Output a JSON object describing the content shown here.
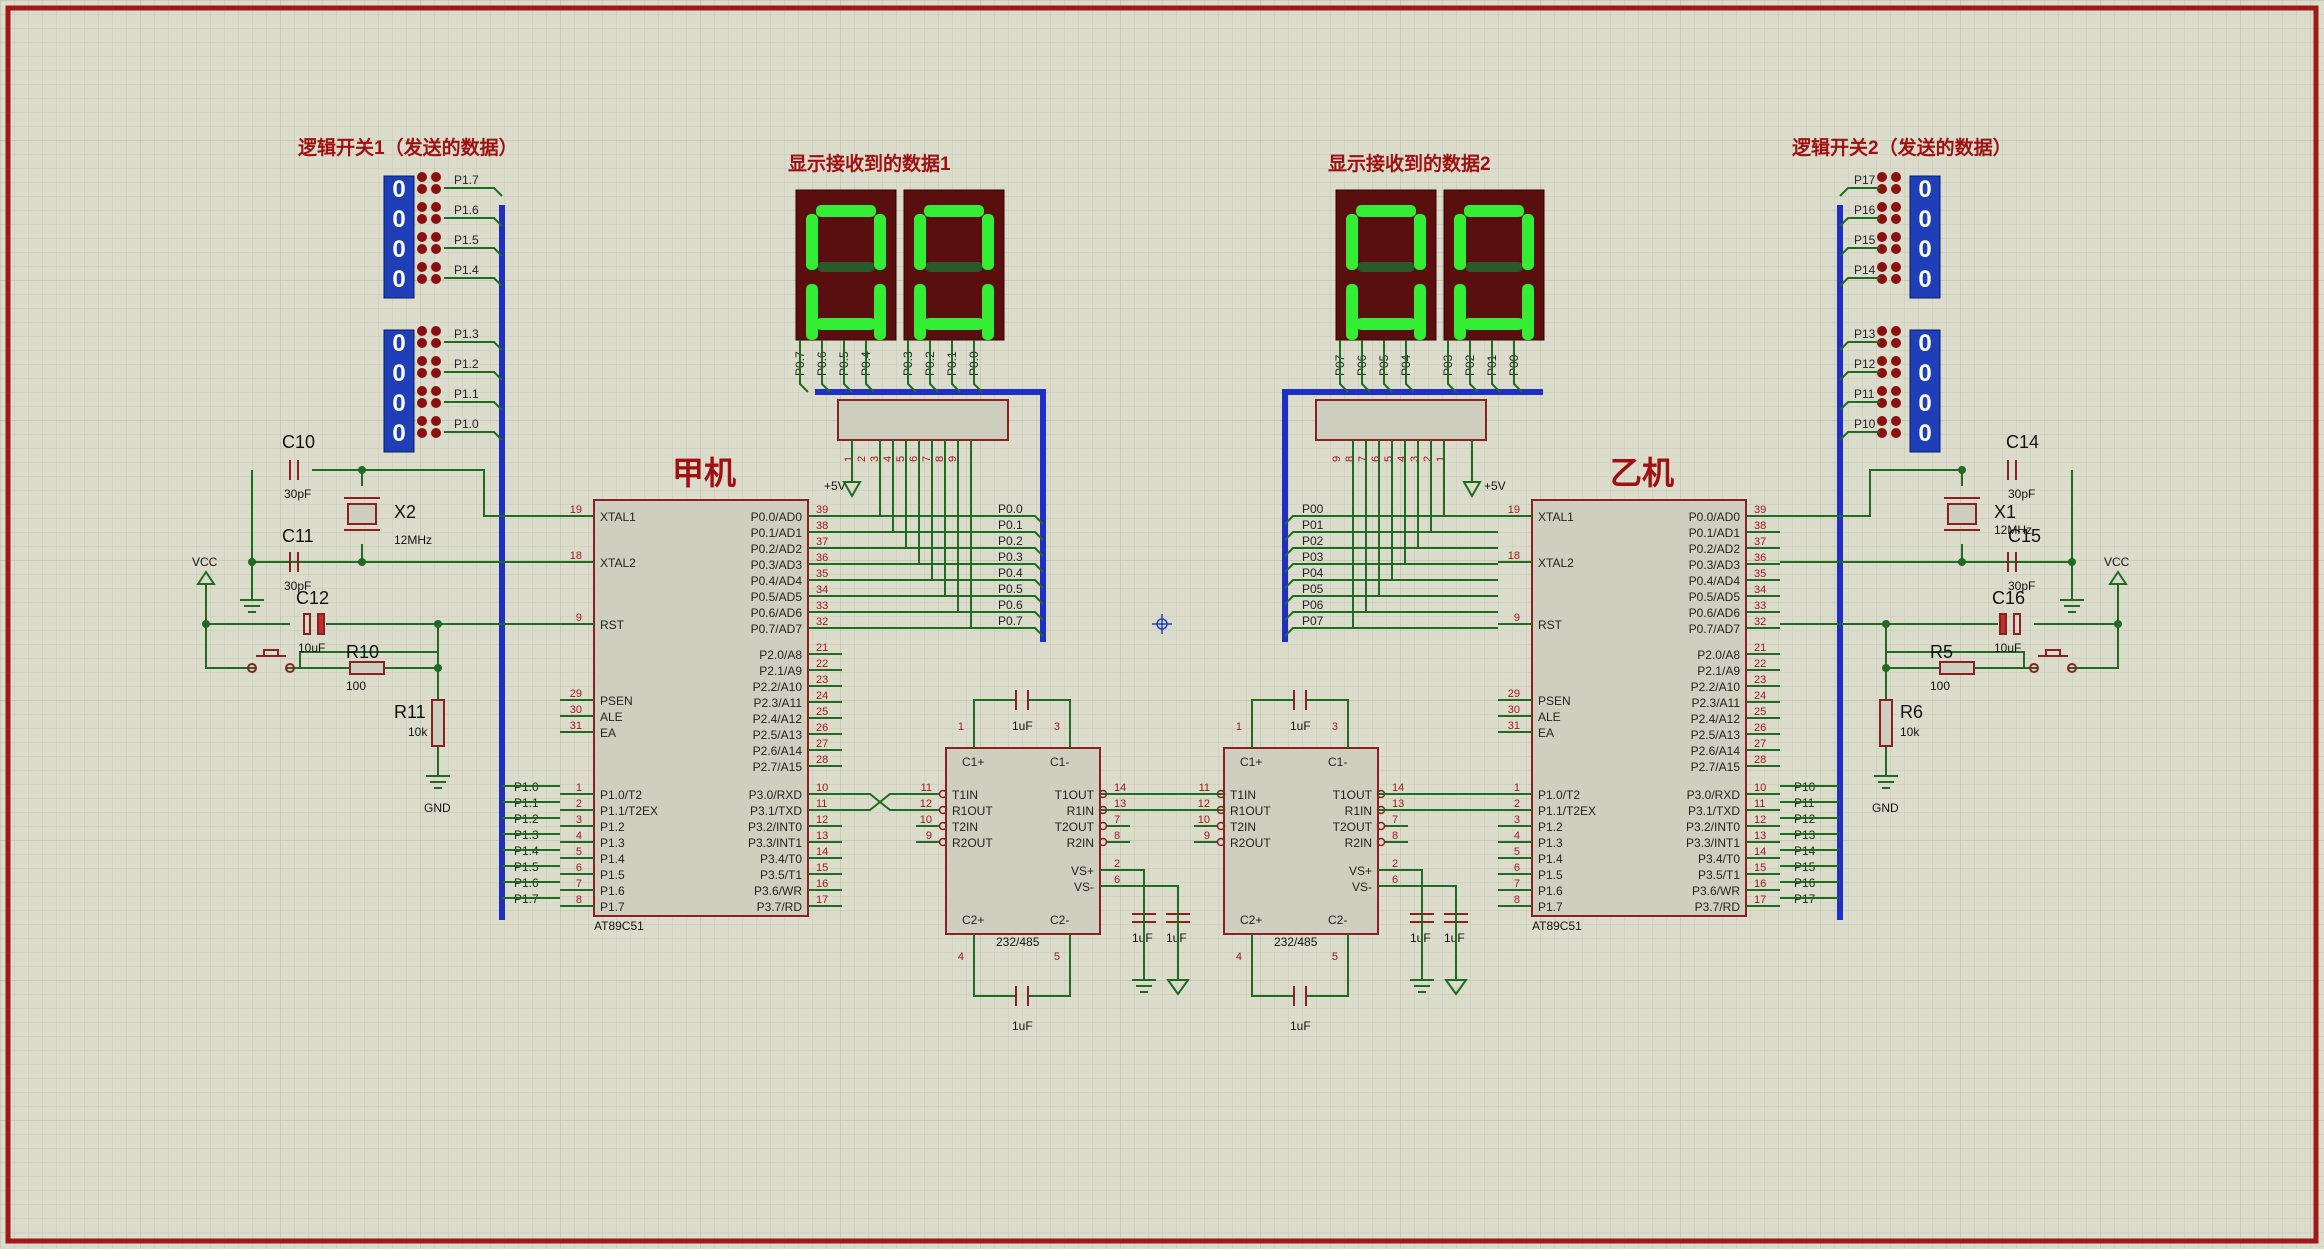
{
  "colors": {
    "background": "#dcdccc",
    "grid_minor": "#c9c9b8",
    "grid_major": "#b9b9a6",
    "border": "#a01818",
    "wire": "#1f6b1f",
    "bus": "#1e2fc8",
    "chip_fill": "#cfcfbf",
    "chip_stroke": "#8b2020",
    "seg_on": "#33ee33",
    "seg_bg": "#5a0f0f",
    "switch_fill": "#1e3fb8"
  },
  "titles": {
    "switch1": "逻辑开关1（发送的数据）",
    "display1": "显示接收到的数据1",
    "display2": "显示接收到的数据2",
    "switch2": "逻辑开关2（发送的数据）",
    "mcu1": "甲机",
    "mcu2": "乙机"
  },
  "displays": {
    "left": {
      "digits": [
        "0",
        "0"
      ],
      "pins": [
        "P0.7",
        "P0.6",
        "P0.5",
        "P0.4",
        "P0.3",
        "P0.2",
        "P0.1",
        "P0.0"
      ],
      "res_pins": [
        "1",
        "2",
        "3",
        "4",
        "5",
        "6",
        "7",
        "8",
        "9"
      ],
      "supply": "+5V"
    },
    "right": {
      "digits": [
        "0",
        "0"
      ],
      "pins": [
        "P07",
        "P06",
        "P05",
        "P04",
        "P03",
        "P02",
        "P01",
        "P00"
      ],
      "res_pins": [
        "9",
        "8",
        "7",
        "6",
        "5",
        "4",
        "3",
        "2",
        "1"
      ],
      "supply": "+5V"
    }
  },
  "switches": {
    "left_labels": [
      "P1.7",
      "P1.6",
      "P1.5",
      "P1.4",
      "P1.3",
      "P1.2",
      "P1.1",
      "P1.0"
    ],
    "right_labels": [
      "P17",
      "P16",
      "P15",
      "P14",
      "P13",
      "P12",
      "P11",
      "P10"
    ],
    "state": "0"
  },
  "mcu": {
    "part": "AT89C51",
    "left_pins": [
      {
        "num": "19",
        "name": "XTAL1"
      },
      {
        "num": "18",
        "name": "XTAL2"
      },
      {
        "num": "9",
        "name": "RST"
      },
      {
        "num": "29",
        "name": "PSEN"
      },
      {
        "num": "30",
        "name": "ALE"
      },
      {
        "num": "31",
        "name": "EA"
      },
      {
        "num": "1",
        "name": "P1.0/T2"
      },
      {
        "num": "2",
        "name": "P1.1/T2EX"
      },
      {
        "num": "3",
        "name": "P1.2"
      },
      {
        "num": "4",
        "name": "P1.3"
      },
      {
        "num": "5",
        "name": "P1.4"
      },
      {
        "num": "6",
        "name": "P1.5"
      },
      {
        "num": "7",
        "name": "P1.6"
      },
      {
        "num": "8",
        "name": "P1.7"
      }
    ],
    "right_pins": [
      {
        "num": "39",
        "name": "P0.0/AD0"
      },
      {
        "num": "38",
        "name": "P0.1/AD1"
      },
      {
        "num": "37",
        "name": "P0.2/AD2"
      },
      {
        "num": "36",
        "name": "P0.3/AD3"
      },
      {
        "num": "35",
        "name": "P0.4/AD4"
      },
      {
        "num": "34",
        "name": "P0.5/AD5"
      },
      {
        "num": "33",
        "name": "P0.6/AD6"
      },
      {
        "num": "32",
        "name": "P0.7/AD7"
      },
      {
        "num": "21",
        "name": "P2.0/A8"
      },
      {
        "num": "22",
        "name": "P2.1/A9"
      },
      {
        "num": "23",
        "name": "P2.2/A10"
      },
      {
        "num": "24",
        "name": "P2.3/A11"
      },
      {
        "num": "25",
        "name": "P2.4/A12"
      },
      {
        "num": "26",
        "name": "P2.5/A13"
      },
      {
        "num": "27",
        "name": "P2.6/A14"
      },
      {
        "num": "28",
        "name": "P2.7/A15"
      },
      {
        "num": "10",
        "name": "P3.0/RXD"
      },
      {
        "num": "11",
        "name": "P3.1/TXD"
      },
      {
        "num": "12",
        "name": "P3.2/INT0"
      },
      {
        "num": "13",
        "name": "P3.3/INT1"
      },
      {
        "num": "14",
        "name": "P3.4/T0"
      },
      {
        "num": "15",
        "name": "P3.5/T1"
      },
      {
        "num": "16",
        "name": "P3.6/WR"
      },
      {
        "num": "17",
        "name": "P3.7/RD"
      }
    ],
    "left_bus_labels": [
      "P1.0",
      "P1.1",
      "P1.2",
      "P1.3",
      "P1.4",
      "P1.5",
      "P1.6",
      "P1.7"
    ],
    "left_p0_labels": [
      "P0.0",
      "P0.1",
      "P0.2",
      "P0.3",
      "P0.4",
      "P0.5",
      "P0.6",
      "P0.7"
    ],
    "right_bus_labels": [
      "P10",
      "P11",
      "P12",
      "P13",
      "P14",
      "P15",
      "P16",
      "P17"
    ],
    "right_p0_labels": [
      "P00",
      "P01",
      "P02",
      "P03",
      "P04",
      "P05",
      "P06",
      "P07"
    ]
  },
  "max232": {
    "part": "232/485",
    "left_pins": [
      {
        "num": "11",
        "name": "T1IN"
      },
      {
        "num": "12",
        "name": "R1OUT"
      },
      {
        "num": "10",
        "name": "T2IN"
      },
      {
        "num": "9",
        "name": "R2OUT"
      }
    ],
    "right_pins": [
      {
        "num": "14",
        "name": "T1OUT"
      },
      {
        "num": "13",
        "name": "R1IN"
      },
      {
        "num": "7",
        "name": "T2OUT"
      },
      {
        "num": "8",
        "name": "R2IN"
      },
      {
        "num": "2",
        "name": "VS+"
      },
      {
        "num": "6",
        "name": "VS-"
      }
    ],
    "top_pins": [
      {
        "num": "1",
        "name": "C1+"
      },
      {
        "num": "3",
        "name": "C1-"
      }
    ],
    "bottom_pins": [
      {
        "num": "4",
        "name": "C2+"
      },
      {
        "num": "5",
        "name": "C2-"
      }
    ],
    "cap": "1uF"
  },
  "components": {
    "C10": {
      "ref": "C10",
      "val": "30pF"
    },
    "C11": {
      "ref": "C11",
      "val": "30pF"
    },
    "C12": {
      "ref": "C12",
      "val": "10uF"
    },
    "X2": {
      "ref": "X2",
      "val": "12MHz"
    },
    "R10": {
      "ref": "R10",
      "val": "100"
    },
    "R11": {
      "ref": "R11",
      "val": "10k"
    },
    "C14": {
      "ref": "C14",
      "val": "30pF"
    },
    "C15": {
      "ref": "C15",
      "val": "30pF"
    },
    "C16": {
      "ref": "C16",
      "val": "10uF"
    },
    "X1": {
      "ref": "X1",
      "val": "12MHz"
    },
    "R5": {
      "ref": "R5",
      "val": "100"
    },
    "R6": {
      "ref": "R6",
      "val": "10k"
    },
    "vcc": "VCC",
    "gnd": "GND"
  }
}
